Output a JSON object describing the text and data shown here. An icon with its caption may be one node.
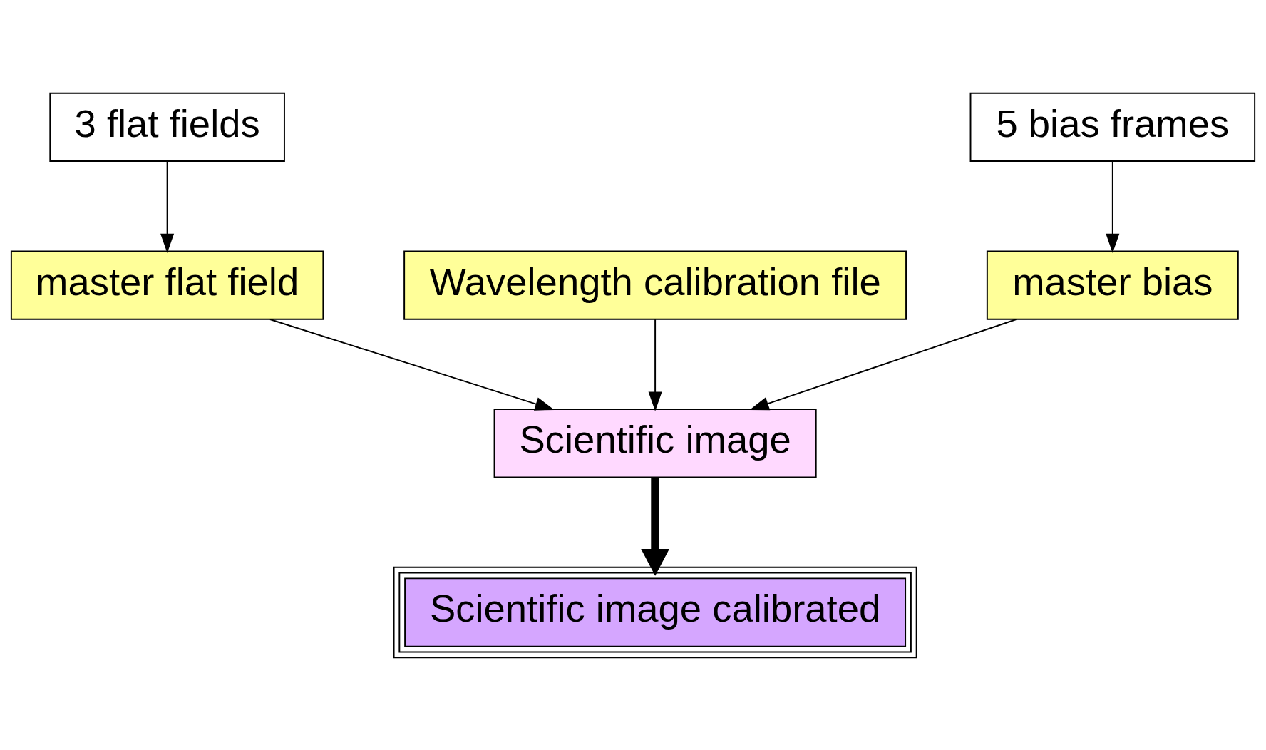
{
  "diagram": {
    "nodes": [
      {
        "text": [
          "3 flat fields"
        ]
      },
      {
        "text": [
          "5 bias frames"
        ]
      },
      {
        "text": [
          "master flat field"
        ]
      },
      {
        "text": [
          "Wavelength calibration file"
        ]
      },
      {
        "text": [
          "master bias"
        ]
      },
      {
        "text": [
          "Scientific image"
        ]
      },
      {
        "text": [
          "Scientific image calibrated"
        ]
      }
    ],
    "edges": [
      {
        "from": 0,
        "to": 2,
        "arrow": "to"
      },
      {
        "from": 1,
        "to": 4,
        "arrow": "to"
      },
      {
        "from": 2,
        "to": 5,
        "arrow": "to"
      },
      {
        "from": 3,
        "to": 5,
        "arrow": "to"
      },
      {
        "from": 4,
        "to": 5,
        "arrow": "to"
      },
      {
        "from": 5,
        "to": 6,
        "arrow": "to",
        "style": "thick"
      }
    ]
  }
}
